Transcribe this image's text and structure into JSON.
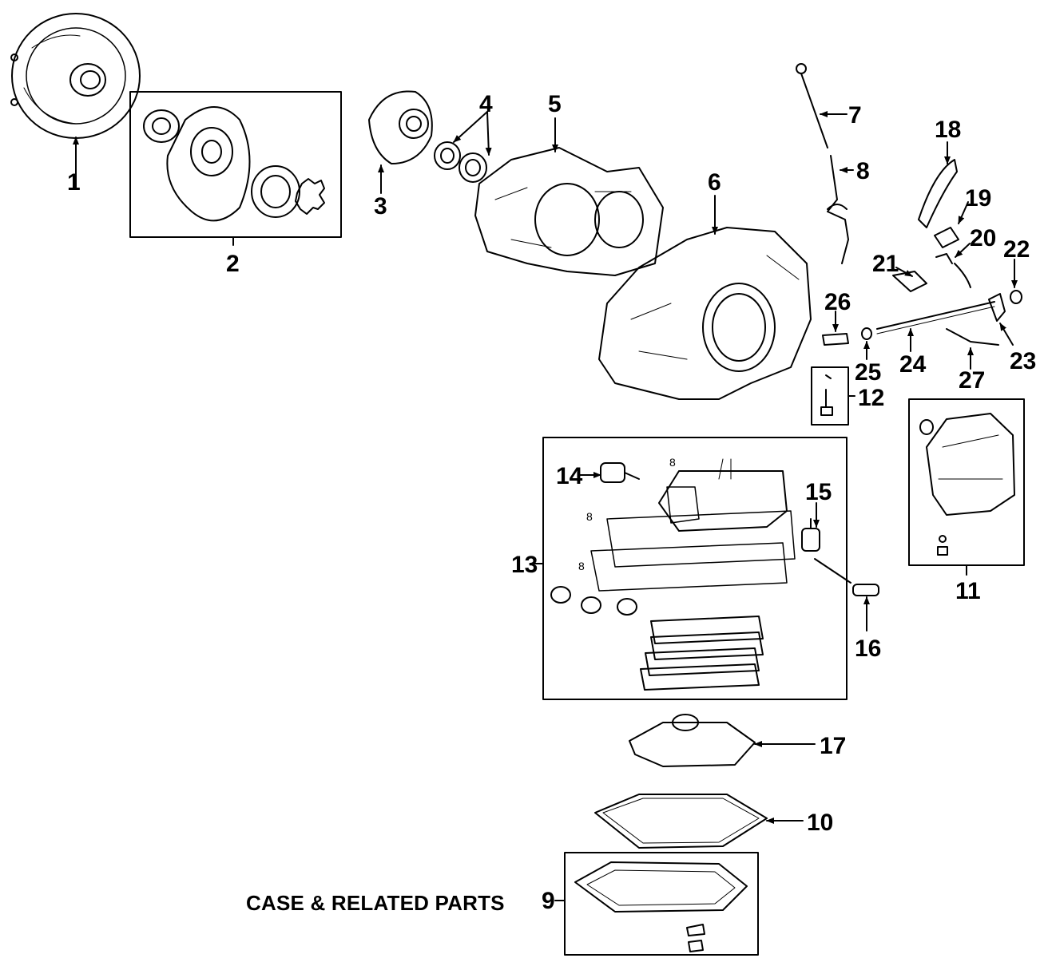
{
  "diagram": {
    "caption": "CASE & RELATED PARTS",
    "callouts": {
      "c1": "1",
      "c2": "2",
      "c3": "3",
      "c4": "4",
      "c5": "5",
      "c6": "6",
      "c7": "7",
      "c8": "8",
      "c9": "9",
      "c10": "10",
      "c11": "11",
      "c12": "12",
      "c13": "13",
      "c14": "14",
      "c15": "15",
      "c16": "16",
      "c17": "17",
      "c18": "18",
      "c19": "19",
      "c20": "20",
      "c21": "21",
      "c22": "22",
      "c23": "23",
      "c24": "24",
      "c25": "25",
      "c26": "26",
      "c27": "27"
    },
    "subcallout": "8"
  }
}
